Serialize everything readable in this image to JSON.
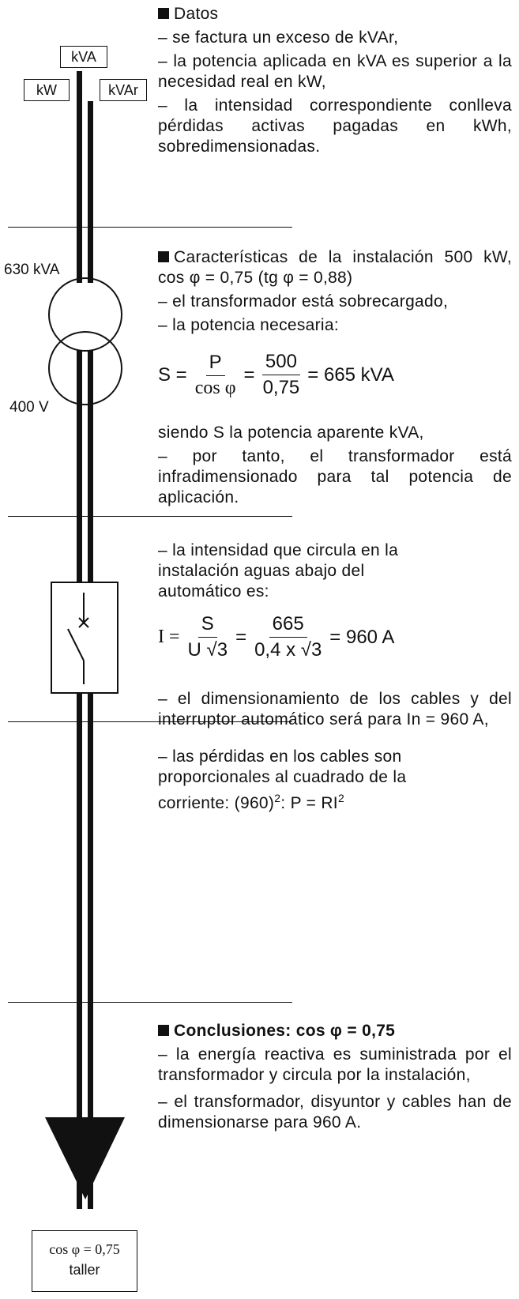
{
  "diagram": {
    "label_kva": "kVA",
    "label_kw": "kW",
    "label_kvar": "kVAr",
    "transformer_power": "630 kVA",
    "transformer_voltage": "400 V",
    "workshop_cos": "cos φ = 0,75",
    "workshop_name": "taller"
  },
  "section1": {
    "heading": "Datos",
    "lines": [
      "– se factura un exceso de kVAr,",
      "– la potencia aplicada en kVA es superior a la necesidad real en kW,",
      "– la intensidad correspondiente conlleva pérdidas activas pagadas en kWh, sobredimensionadas."
    ]
  },
  "section2": {
    "heading": "Características de la instalación 500 kW, cos φ = 0,75 (tg φ = 0,88)",
    "lines": [
      "– el transformador está sobrecargado,",
      "– la potencia necesaria:"
    ],
    "formula": {
      "lhs": "S =",
      "num1": "P",
      "den1": "cos φ",
      "eq1": "=",
      "num2": "500",
      "den2": "0,75",
      "result": "= 665 kVA"
    },
    "after": [
      "siendo S la potencia aparente kVA,",
      "– por tanto, el transformador está infradimensionado para tal potencia de aplicación."
    ]
  },
  "section3": {
    "intro": "– la intensidad que circula en la instalación aguas abajo del automático es:",
    "formula": {
      "lhs": "I =",
      "num1": "S",
      "den1": "U √3",
      "eq1": "=",
      "num2": "665",
      "den2": "0,4 x √3",
      "result": "= 960 A"
    },
    "after": "– el dimensionamiento de los cables y del interruptor automático será para In = 960 A,"
  },
  "section4": {
    "text_prefix": "– las pérdidas en los cables son proporcionales al cuadrado de la corriente: (960)",
    "sup1": "2",
    "text_mid": ": P = RI",
    "sup2": "2"
  },
  "section5": {
    "heading": "Conclusiones: cos φ  = 0,75",
    "lines": [
      "– la energía reactiva es suministrada por el transformador y circula por la instalación,",
      "– el transformador, disyuntor y cables han de dimensionarse para 960 A."
    ]
  }
}
